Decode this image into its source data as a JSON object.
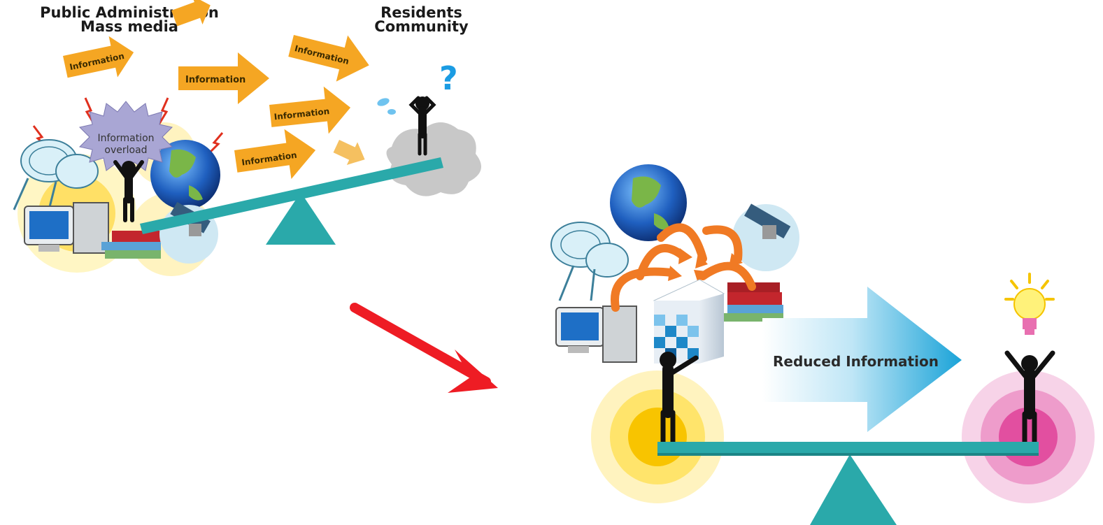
{
  "labels": {
    "source_line1": "Public Administration",
    "source_line2": "Mass media",
    "target_line1": "Residents",
    "target_line2": "Community",
    "overload_line1": "Information",
    "overload_line2": "overload",
    "arrow_text": "Information",
    "reduced": "Reduced Information"
  },
  "icons": {
    "question": "?",
    "top_left_scene": [
      "satellite-dish-icon",
      "computer-icon",
      "books-icon",
      "globe-icon",
      "satellite-icon",
      "stressed-person-icon",
      "confused-person-icon",
      "question-mark-icon",
      "seesaw-icon"
    ],
    "bottom_right_scene": [
      "satellite-dish-icon",
      "computer-icon",
      "books-icon",
      "globe-icon",
      "satellite-icon",
      "filter-cube-icon",
      "person-icon",
      "happy-person-icon",
      "lightbulb-icon",
      "seesaw-icon"
    ]
  },
  "colors": {
    "orange_arrow": "#f5a623",
    "beam": "#2aa9aa",
    "red_arrow": "#ee1c24",
    "blue_arrow": "#3bb3df",
    "yellow_glow": "#f8c400",
    "pink_glow": "#e24fa0",
    "overload_burst": "#a9a6d4",
    "question": "#1b9ce3"
  }
}
